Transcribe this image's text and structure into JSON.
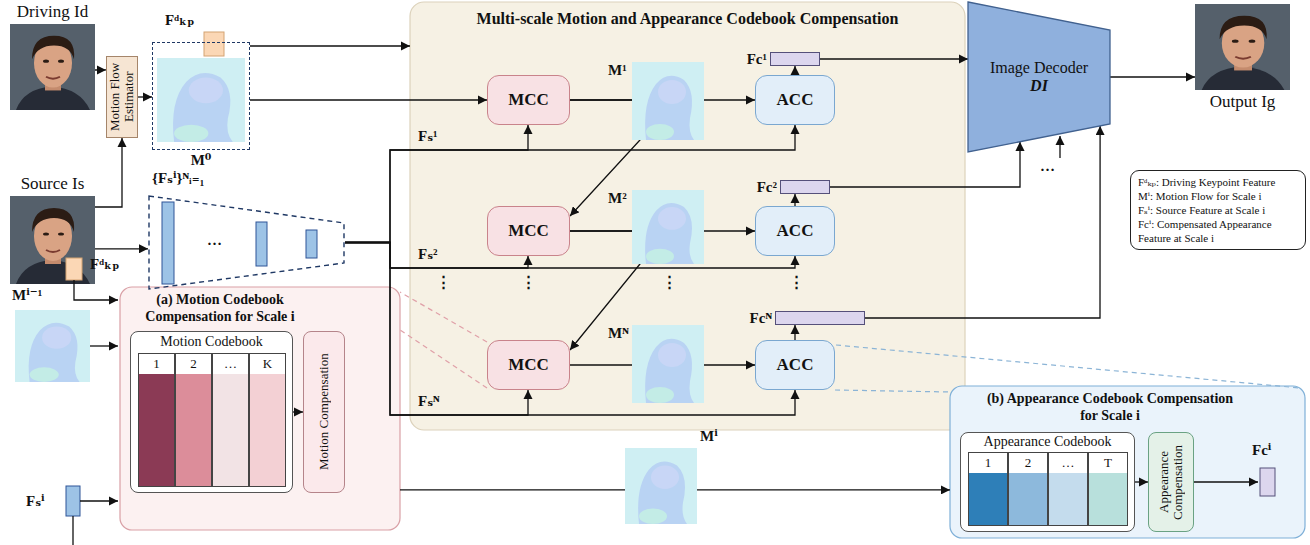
{
  "diagram": {
    "nodes": [
      {
        "text": [
          "Driving Id"
        ]
      },
      {
        "text": [
          "Source Is"
        ]
      },
      {
        "text": [
          "Motion Flow Estimator"
        ]
      },
      {
        "text": [
          "Fᵈₖₚ",
          "M⁰"
        ]
      },
      {
        "text": [
          "{Fₛⁱ}ᴺᵢ₌₁"
        ]
      },
      {
        "text": [
          "Multi-scale Motion and Appearance Codebook Compensation"
        ]
      },
      {
        "text": [
          "MCC"
        ],
        "in": 5
      },
      {
        "text": [
          "ACC"
        ],
        "in": 5
      },
      {
        "text": [
          "MCC"
        ],
        "in": 5
      },
      {
        "text": [
          "ACC"
        ],
        "in": 5
      },
      {
        "text": [
          "MCC"
        ],
        "in": 5
      },
      {
        "text": [
          "ACC"
        ],
        "in": 5
      },
      {
        "text": [
          "Fc¹"
        ],
        "in": 5
      },
      {
        "text": [
          "Fc²"
        ],
        "in": 5
      },
      {
        "text": [
          "Fcᴺ"
        ],
        "in": 5
      },
      {
        "text": [
          "Image Decoder",
          "DI"
        ]
      },
      {
        "text": [
          "Output Ig"
        ]
      },
      {
        "text": [
          "Fᵈₖₚ: Driving Keypoint Feature",
          "Mⁱ: Motion Flow for Scale i",
          "Fₛⁱ: Source Feature at Scale i",
          "Fcⁱ: Compensated Appearance Feature at Scale i"
        ]
      },
      {
        "text": [
          "(a) Motion Codebook Compensation for Scale i"
        ]
      },
      {
        "text": [
          "Motion Codebook"
        ],
        "in": 18
      },
      {
        "text": [
          "1"
        ],
        "in": 19
      },
      {
        "text": [
          "2"
        ],
        "in": 19
      },
      {
        "text": [
          "…"
        ],
        "in": 19
      },
      {
        "text": [
          "K"
        ],
        "in": 19
      },
      {
        "text": [
          "Motion Compensation"
        ],
        "in": 18
      },
      {
        "text": [
          "(b) Appearance Codebook Compensation for Scale i"
        ]
      },
      {
        "text": [
          "Appearance Codebook"
        ],
        "in": 25
      },
      {
        "text": [
          "1"
        ],
        "in": 26
      },
      {
        "text": [
          "2"
        ],
        "in": 26
      },
      {
        "text": [
          "…"
        ],
        "in": 26
      },
      {
        "text": [
          "T"
        ],
        "in": 26
      },
      {
        "text": [
          "Appearance Compensation"
        ],
        "in": 25
      }
    ],
    "edges": [
      {
        "from": 0,
        "to": 2,
        "arrow": "to"
      },
      {
        "from": 1,
        "to": 2,
        "arrow": "to"
      },
      {
        "from": 1,
        "to": 4,
        "arrow": "to"
      },
      {
        "from": 2,
        "to": 3,
        "arrow": "to"
      },
      {
        "from": 3,
        "to": 6,
        "arrow": "to"
      },
      {
        "from": 3,
        "to": 5,
        "arrow": "to"
      },
      {
        "from": 6,
        "to": 7,
        "arrow": "to"
      },
      {
        "from": 8,
        "to": 9,
        "arrow": "to"
      },
      {
        "from": 10,
        "to": 11,
        "arrow": "to"
      },
      {
        "from": 6,
        "to": 8,
        "arrow": "to"
      },
      {
        "from": 8,
        "to": 10,
        "arrow": "to"
      },
      {
        "from": 4,
        "to": 6,
        "arrow": "to"
      },
      {
        "from": 4,
        "to": 7,
        "arrow": "to"
      },
      {
        "from": 4,
        "to": 8,
        "arrow": "to"
      },
      {
        "from": 4,
        "to": 9,
        "arrow": "to"
      },
      {
        "from": 4,
        "to": 10,
        "arrow": "to"
      },
      {
        "from": 4,
        "to": 11,
        "arrow": "to"
      },
      {
        "from": 7,
        "to": 12,
        "arrow": "to"
      },
      {
        "from": 9,
        "to": 13,
        "arrow": "to"
      },
      {
        "from": 11,
        "to": 14,
        "arrow": "to"
      },
      {
        "from": 12,
        "to": 15,
        "arrow": "to"
      },
      {
        "from": 13,
        "to": 15,
        "arrow": "to"
      },
      {
        "from": 14,
        "to": 15,
        "arrow": "to"
      },
      {
        "from": 15,
        "to": 16,
        "arrow": "to"
      },
      {
        "from": 19,
        "to": 24,
        "arrow": "to"
      },
      {
        "from": 18,
        "to": 25,
        "arrow": "to"
      },
      {
        "from": 26,
        "to": 31,
        "arrow": "to"
      }
    ],
    "labels": [
      "Fₛ¹",
      "Fₛ²",
      "Fₛᴺ",
      "M¹",
      "M²",
      "Mᴺ",
      "⋮",
      "⋮",
      "⋮",
      "⋮",
      "…",
      "…",
      "Fᵈₖₚ",
      "Mⁱ⁻¹",
      "Fₛⁱ",
      "Mⁱ",
      "Fcⁱ"
    ]
  }
}
